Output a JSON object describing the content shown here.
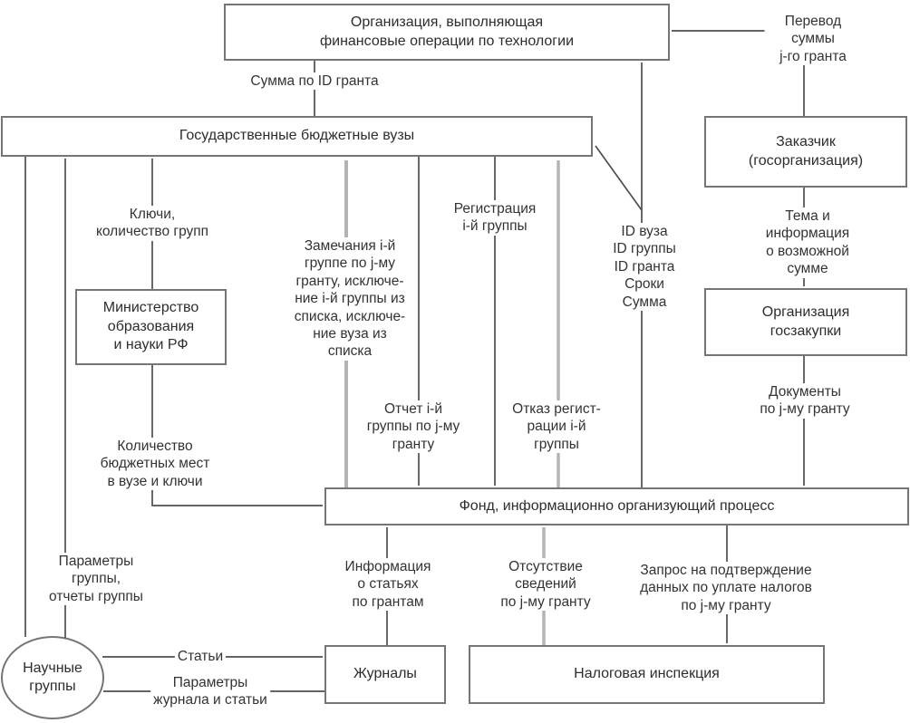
{
  "colors": {
    "background": "#ffffff",
    "node_border": "#757575",
    "line_dark": "#4e4e4e",
    "line_light_gray": "#b3b3b3",
    "arrow_dark": "#1f1f1f",
    "arrow_gray": "#a9a9a9",
    "text": "#2d2d2d"
  },
  "nodes": {
    "finance_org": {
      "label": "Организация, выполняющая\nфинансовые операции по технологии"
    },
    "universities": {
      "label": "Государственные бюджетные вузы"
    },
    "customer": {
      "label": "Заказчик\n(госорганизация)"
    },
    "ministry": {
      "label": "Министерство\nобразования\nи науки РФ"
    },
    "procurement": {
      "label": "Организация\nгосзакупки"
    },
    "fund": {
      "label": "Фонд, информационно организующий процесс"
    },
    "journals": {
      "label": "Журналы"
    },
    "tax_office": {
      "label": "Налоговая инспекция"
    },
    "research_groups": {
      "label": "Научные\nгруппы"
    }
  },
  "edge_labels": {
    "sum_by_grant": "Сумма по ID гранта",
    "transfer_sum": "Перевод суммы\nj-го гранта",
    "grant_ids": "ID вуза\nID группы\nID гранта\nСроки\nСумма",
    "keys_groups": "Ключи,\nколичество групп",
    "budget_places": "Количество\nбюджетных мест\nв вузе и ключи",
    "group_params": "Параметры\nгруппы,\nотчеты группы",
    "remarks": "Замечания i-й\nгруппе по j-му\nгранту, исключе-\nние i-й группы из\nсписка, исключе-\nние вуза из\nсписка",
    "report": "Отчет i-й\nгруппы по j-му\nгранту",
    "registration": "Регистрация\ni-й группы",
    "registration_refusal": "Отказ регист-\nрации i-й\nгруппы",
    "theme_info": "Тема и информация\nо возможной сумме",
    "documents": "Документы\nпо j-му гранту",
    "articles_info": "Информация\nо статьях\nпо грантам",
    "no_records": "Отсутствие\nсведений\nпо j-му гранту",
    "tax_request": "Запрос на подтверждение\nданных по уплате налогов\nпо j-му гранту",
    "articles": "Статьи",
    "journal_params": "Параметры\nжурнала и статьи"
  }
}
